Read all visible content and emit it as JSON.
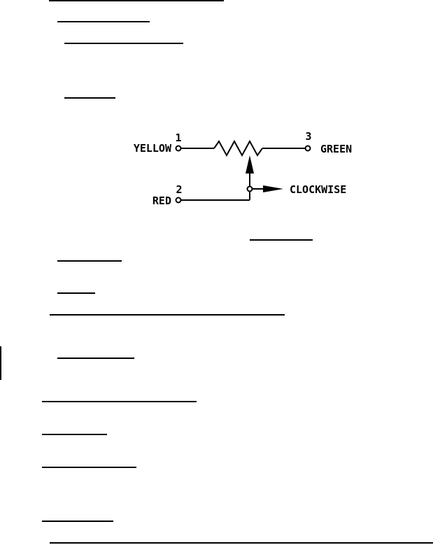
{
  "schematic": {
    "terminals": [
      {
        "number": "1",
        "label": "YELLOW"
      },
      {
        "number": "2",
        "label": "RED"
      },
      {
        "number": "3",
        "label": "GREEN"
      }
    ],
    "direction_label": "CLOCKWISE"
  }
}
